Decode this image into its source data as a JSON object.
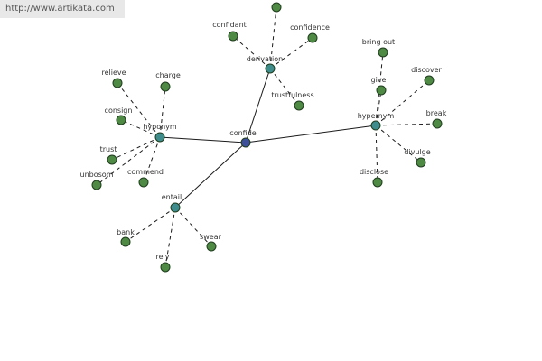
{
  "watermark": "http://www.artikata.com",
  "colors": {
    "leaf": "#4e8a43",
    "relation": "#3f8c8c",
    "center": "#3d4f98"
  },
  "graph": {
    "center": {
      "id": "confide",
      "label": "confide"
    },
    "relations": [
      {
        "id": "hyponym",
        "label": "hyponym"
      },
      {
        "id": "derivation",
        "label": "derivation"
      },
      {
        "id": "hypernym",
        "label": "hypernym"
      },
      {
        "id": "entail",
        "label": "entail"
      }
    ],
    "leaves": [
      {
        "id": "relieve",
        "label": "relieve",
        "parent": "hyponym"
      },
      {
        "id": "charge",
        "label": "charge",
        "parent": "hyponym"
      },
      {
        "id": "consign",
        "label": "consign",
        "parent": "hyponym"
      },
      {
        "id": "trust",
        "label": "trust",
        "parent": "hyponym"
      },
      {
        "id": "unbosom",
        "label": "unbosom",
        "parent": "hyponym"
      },
      {
        "id": "commend",
        "label": "commend",
        "parent": "hyponym"
      },
      {
        "id": "derivation-top",
        "label": "",
        "parent": "derivation"
      },
      {
        "id": "confidant",
        "label": "confidant",
        "parent": "derivation"
      },
      {
        "id": "confidence",
        "label": "confidence",
        "parent": "derivation"
      },
      {
        "id": "trustfulness",
        "label": "trustfulness",
        "parent": "derivation"
      },
      {
        "id": "bring-out",
        "label": "bring out",
        "parent": "hypernym"
      },
      {
        "id": "give",
        "label": "give",
        "parent": "hypernym"
      },
      {
        "id": "discover",
        "label": "discover",
        "parent": "hypernym"
      },
      {
        "id": "break",
        "label": "break",
        "parent": "hypernym"
      },
      {
        "id": "divulge",
        "label": "divulge",
        "parent": "hypernym"
      },
      {
        "id": "disclose",
        "label": "disclose",
        "parent": "hypernym"
      },
      {
        "id": "bank",
        "label": "bank",
        "parent": "entail"
      },
      {
        "id": "swear",
        "label": "swear",
        "parent": "entail"
      },
      {
        "id": "rely",
        "label": "rely",
        "parent": "entail"
      }
    ]
  }
}
